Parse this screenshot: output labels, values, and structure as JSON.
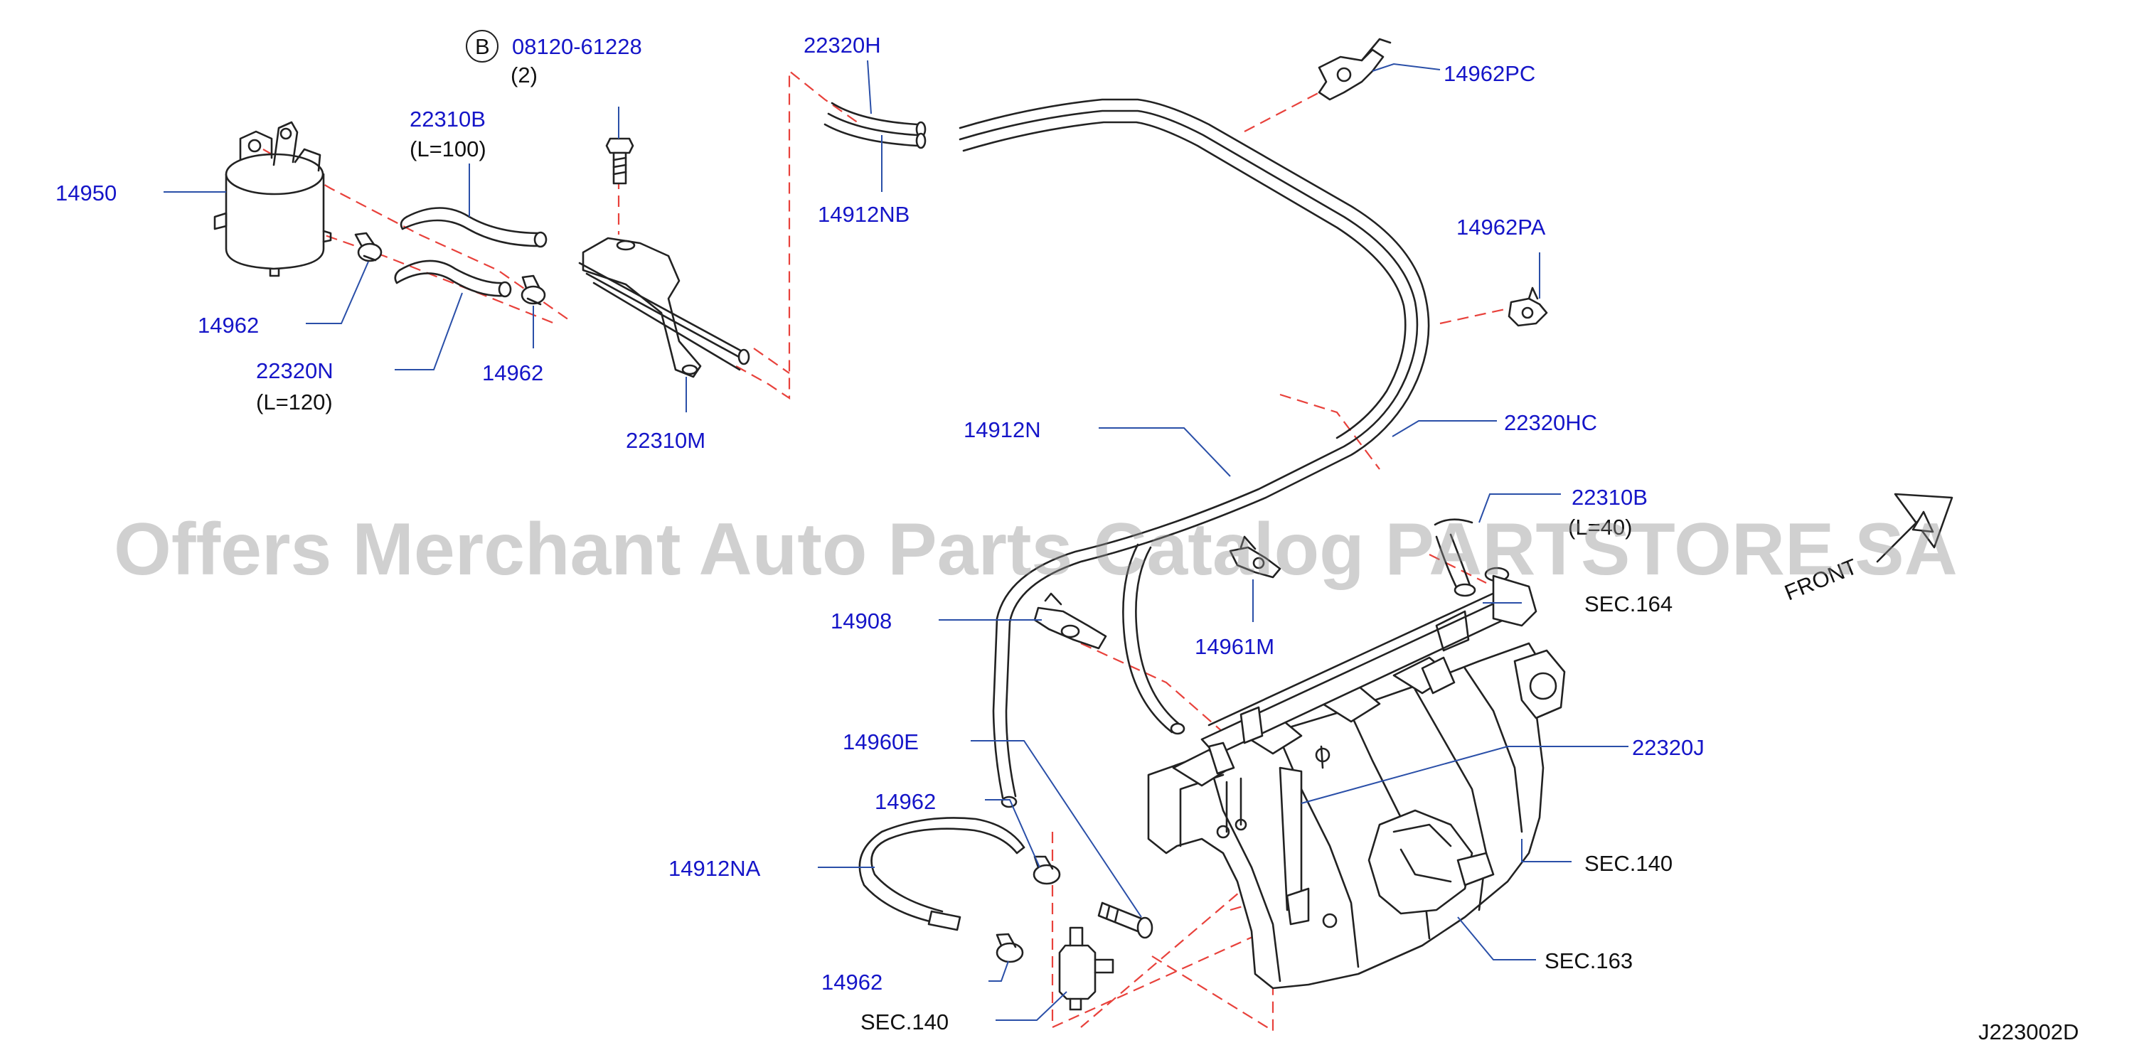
{
  "watermark": "Offers Merchant Auto Parts Catalog PARTSTORE.SA",
  "diagram_code": "J223002D",
  "front_label": "FRONT",
  "bolt_badge": "B",
  "callouts": {
    "c14950": "14950",
    "c22310b_top": "22310B",
    "c22310b_len": "(L=100)",
    "c08120": "08120-61228",
    "c08120_qty": "(2)",
    "c22320h": "22320H",
    "c14912nb": "14912NB",
    "c14962pc": "14962PC",
    "c14962pa": "14962PA",
    "c14962_a": "14962",
    "c22320n": "22320N",
    "c22320n_len": "(L=120)",
    "c14962_b": "14962",
    "c22310m": "22310M",
    "c14912n": "14912N",
    "c22320hc": "22320HC",
    "c22310b_mid": "22310B",
    "c22310b_mid_len": "(L=40)",
    "c14908": "14908",
    "c14961m": "14961M",
    "c14960e": "14960E",
    "c14962_c": "14962",
    "c14912na": "14912NA",
    "c14962_d": "14962",
    "c22320j": "22320J"
  },
  "sections": {
    "sec164": "SEC.164",
    "sec140_right": "SEC.140",
    "sec163": "SEC.163",
    "sec140_bottom": "SEC.140"
  }
}
